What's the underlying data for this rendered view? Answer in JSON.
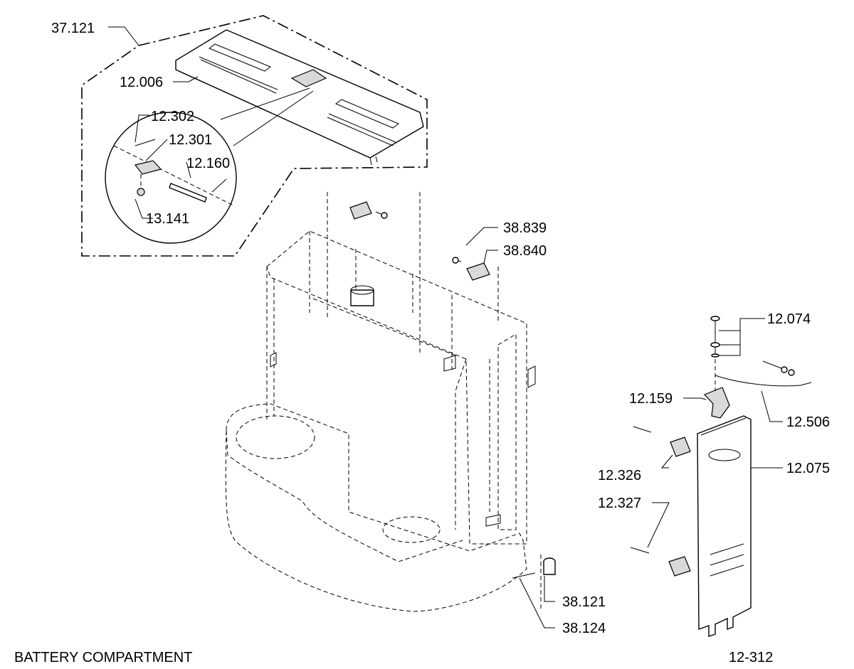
{
  "caption": "BATTERY COMPARTMENT",
  "drawing_number": "12-312",
  "callouts": {
    "c37121": "37.121",
    "c12006": "12.006",
    "c12302": "12.302",
    "c12301": "12.301",
    "c12160": "12.160",
    "c13141": "13.141",
    "c38839": "38.839",
    "c38840": "38.840",
    "c12074": "12.074",
    "c12159": "12.159",
    "c12506": "12.506",
    "c12326": "12.326",
    "c12075": "12.075",
    "c12327": "12.327",
    "c38121": "38.121",
    "c38124": "38.124"
  }
}
